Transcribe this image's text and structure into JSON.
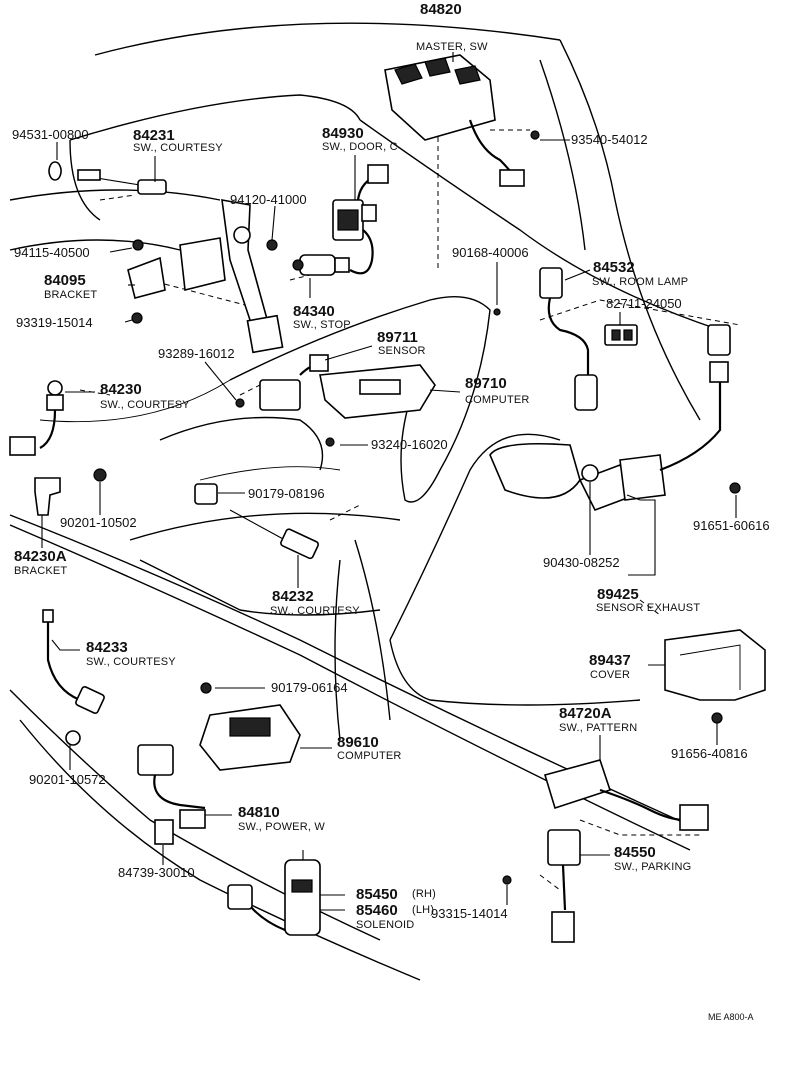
{
  "diagram": {
    "code": "ME  A800-A",
    "parts": [
      {
        "key": "p84820",
        "number": "84820",
        "name": "MASTER, SW"
      },
      {
        "key": "p94531",
        "number": "94531-00800",
        "name": ""
      },
      {
        "key": "p84231",
        "number": "84231",
        "name": "SW., COURTESY"
      },
      {
        "key": "p84930",
        "number": "84930",
        "name": "SW., DOOR, C"
      },
      {
        "key": "p93540",
        "number": "93540-54012",
        "name": ""
      },
      {
        "key": "p94120",
        "number": "94120-41000",
        "name": ""
      },
      {
        "key": "p94115",
        "number": "94115-40500",
        "name": ""
      },
      {
        "key": "p90168",
        "number": "90168-40006",
        "name": ""
      },
      {
        "key": "p84532",
        "number": "84532",
        "name": "SW., ROOM LAMP"
      },
      {
        "key": "p84095",
        "number": "84095",
        "name": "BRACKET"
      },
      {
        "key": "p84340",
        "number": "84340",
        "name": "SW., STOP"
      },
      {
        "key": "p82711",
        "number": "82711-24050",
        "name": ""
      },
      {
        "key": "p93319",
        "number": "93319-15014",
        "name": ""
      },
      {
        "key": "p89711",
        "number": "89711",
        "name": "SENSOR"
      },
      {
        "key": "p93289",
        "number": "93289-16012",
        "name": ""
      },
      {
        "key": "p89710",
        "number": "89710",
        "name": "COMPUTER"
      },
      {
        "key": "p84230",
        "number": "84230",
        "name": "SW., COURTESY"
      },
      {
        "key": "p93240",
        "number": "93240-16020",
        "name": ""
      },
      {
        "key": "p90179a",
        "number": "90179-08196",
        "name": ""
      },
      {
        "key": "p91651",
        "number": "91651-60616",
        "name": ""
      },
      {
        "key": "p90201a",
        "number": "90201-10502",
        "name": ""
      },
      {
        "key": "p84230A",
        "number": "84230A",
        "name": "BRACKET"
      },
      {
        "key": "p90430",
        "number": "90430-08252",
        "name": ""
      },
      {
        "key": "p84232",
        "number": "84232",
        "name": "SW., COURTESY"
      },
      {
        "key": "p89425",
        "number": "89425",
        "name": "SENSOR EXHAUST"
      },
      {
        "key": "p84233",
        "number": "84233",
        "name": "SW., COURTESY"
      },
      {
        "key": "p89437",
        "number": "89437",
        "name": "COVER"
      },
      {
        "key": "p90179b",
        "number": "90179-06164",
        "name": ""
      },
      {
        "key": "p84720A",
        "number": "84720A",
        "name": "SW., PATTERN"
      },
      {
        "key": "p91656",
        "number": "91656-40816",
        "name": ""
      },
      {
        "key": "p89610",
        "number": "89610",
        "name": "COMPUTER"
      },
      {
        "key": "p90201b",
        "number": "90201-10572",
        "name": ""
      },
      {
        "key": "p84810",
        "number": "84810",
        "name": "SW., POWER, W"
      },
      {
        "key": "p84550",
        "number": "84550",
        "name": "SW., PARKING"
      },
      {
        "key": "p84739",
        "number": "84739-30010",
        "name": ""
      },
      {
        "key": "p85450",
        "number": "85450",
        "name": "(RH)"
      },
      {
        "key": "p85460",
        "number": "85460",
        "name": "(LH)"
      },
      {
        "key": "p85460s",
        "number": "",
        "name": "SOLENOID"
      },
      {
        "key": "p93315",
        "number": "93315-14014",
        "name": ""
      }
    ]
  }
}
